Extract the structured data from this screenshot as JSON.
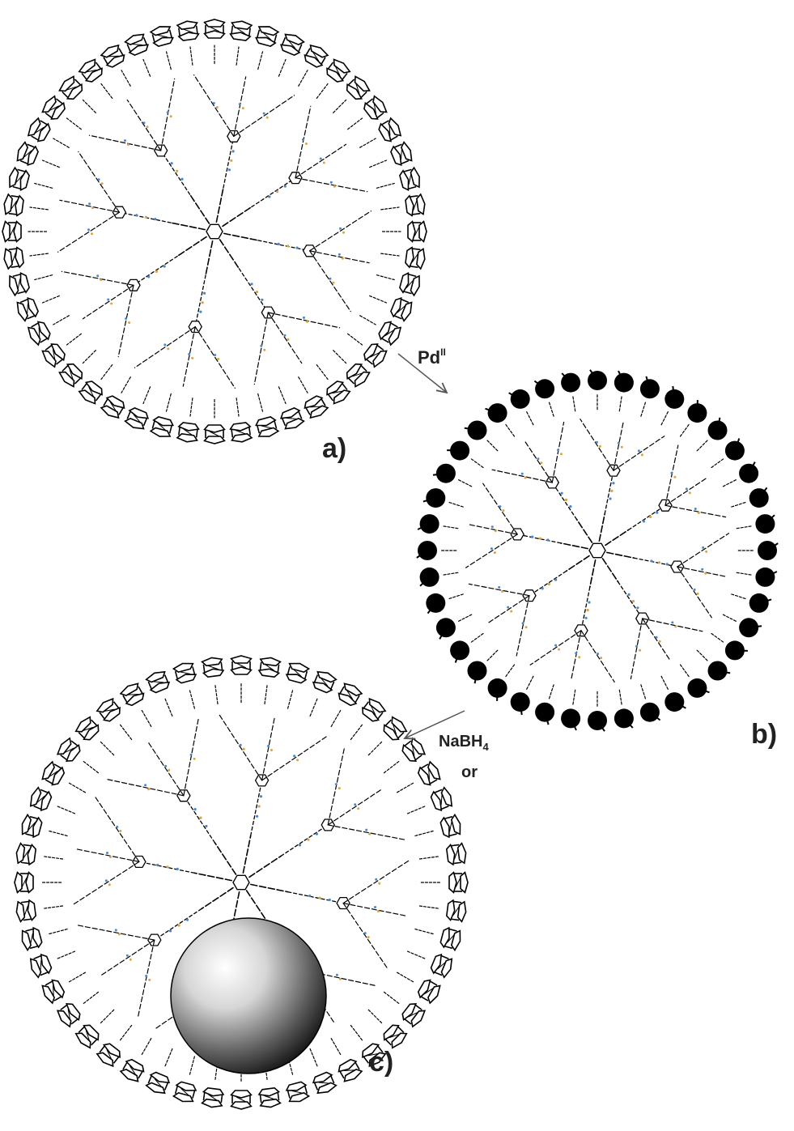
{
  "labels": {
    "panel_a": "a)",
    "panel_b": "b)",
    "panel_c": "c)",
    "reagent_pd": "Pd",
    "reagent_pd_sup": "II",
    "reagent_nabh4_main": "NaBH",
    "reagent_nabh4_sub": "4",
    "reagent_or": "or"
  },
  "colors": {
    "ink": "#000000",
    "label": "#222222",
    "arrow": "#555555",
    "linker_blue": "#4a86c8",
    "linker_orange": "#d9a441",
    "sphere_light": "#ffffff",
    "sphere_dark": "#111111"
  },
  "panels": [
    {
      "id": "a",
      "type": "ferrocenyl-dendrimer",
      "branches": 8,
      "peripheral_units": 48,
      "peripheral_glyph": "ferrocene-icon"
    },
    {
      "id": "b",
      "type": "palladium-complexed-dendrimer",
      "branches": 8,
      "peripheral_units": 40,
      "peripheral_glyph": "pd-ball-icon"
    },
    {
      "id": "c",
      "type": "dendrimer-encapsulated-nanoparticle",
      "branches": 8,
      "peripheral_units": 48,
      "peripheral_glyph": "ferrocene-icon",
      "core_glyph": "metal-nanoparticle-sphere"
    }
  ],
  "arrows": [
    {
      "from": "a",
      "to": "b",
      "reagent": "reagent_pd"
    },
    {
      "from": "b",
      "to": "c",
      "reagent": "reagent_nabh4_main"
    }
  ]
}
